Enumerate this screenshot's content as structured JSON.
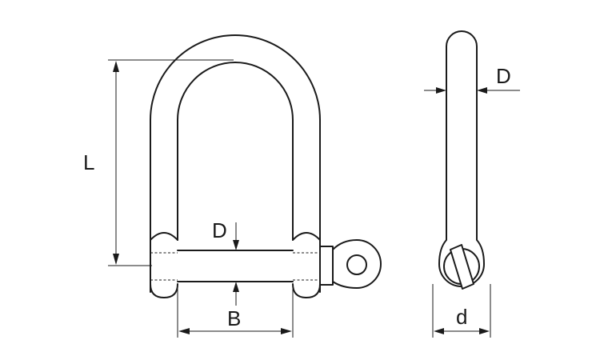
{
  "labels": {
    "length": "L",
    "pin_diameter_front": "D",
    "width": "B",
    "body_diameter_side": "D",
    "eye_diameter": "d"
  }
}
